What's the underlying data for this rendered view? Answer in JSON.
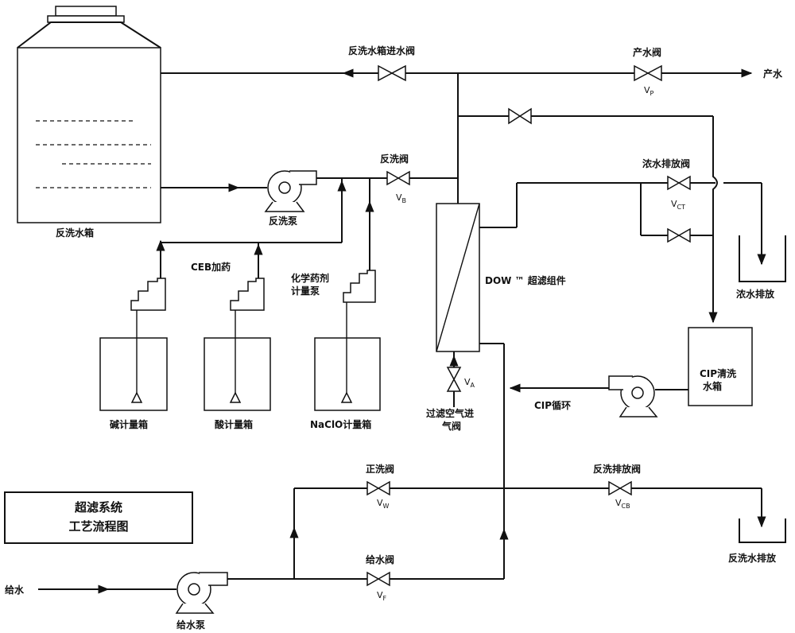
{
  "labels": {
    "backwash_tank": "反洗水箱",
    "backwash_tank_inlet_valve": "反洗水箱进水阀",
    "product_valve": "产水阀",
    "product_water": "产水",
    "backwash_valve": "反洗阀",
    "backwash_pump": "反洗泵",
    "concentrate_drain_valve": "浓水排放阀",
    "concentrate_drain": "浓水排放",
    "ceb_dosing": "CEB加药",
    "chem_pump_line1": "化学药剂",
    "chem_pump_line2": "计量泵",
    "uf_module": "DOW ™ 超滤组件",
    "cip_tank_line1": "CIP清洗",
    "cip_tank_line2": "水箱",
    "cip_circulation": "CIP循环",
    "alkali_tank": "碱计量箱",
    "acid_tank": "酸计量箱",
    "naclo_tank": "NaClO计量箱",
    "air_valve_line1": "过滤空气进",
    "air_valve_line2": "气阀",
    "forward_flush_valve": "正洗阀",
    "backwash_drain_valve": "反洗排放阀",
    "backwash_drain": "反洗水排放",
    "feed_valve": "给水阀",
    "feed_water": "给水",
    "feed_pump": "给水泵",
    "title_line1": "超滤系统",
    "title_line2": "工艺流程图"
  },
  "valve_tags": {
    "product": "V",
    "product_sub": "P",
    "backwash": "V",
    "backwash_sub": "B",
    "concentrate": "V",
    "concentrate_sub": "CT",
    "air": "V",
    "air_sub": "A",
    "forward": "V",
    "forward_sub": "W",
    "drain": "V",
    "drain_sub": "CB",
    "feed": "V",
    "feed_sub": "F"
  }
}
